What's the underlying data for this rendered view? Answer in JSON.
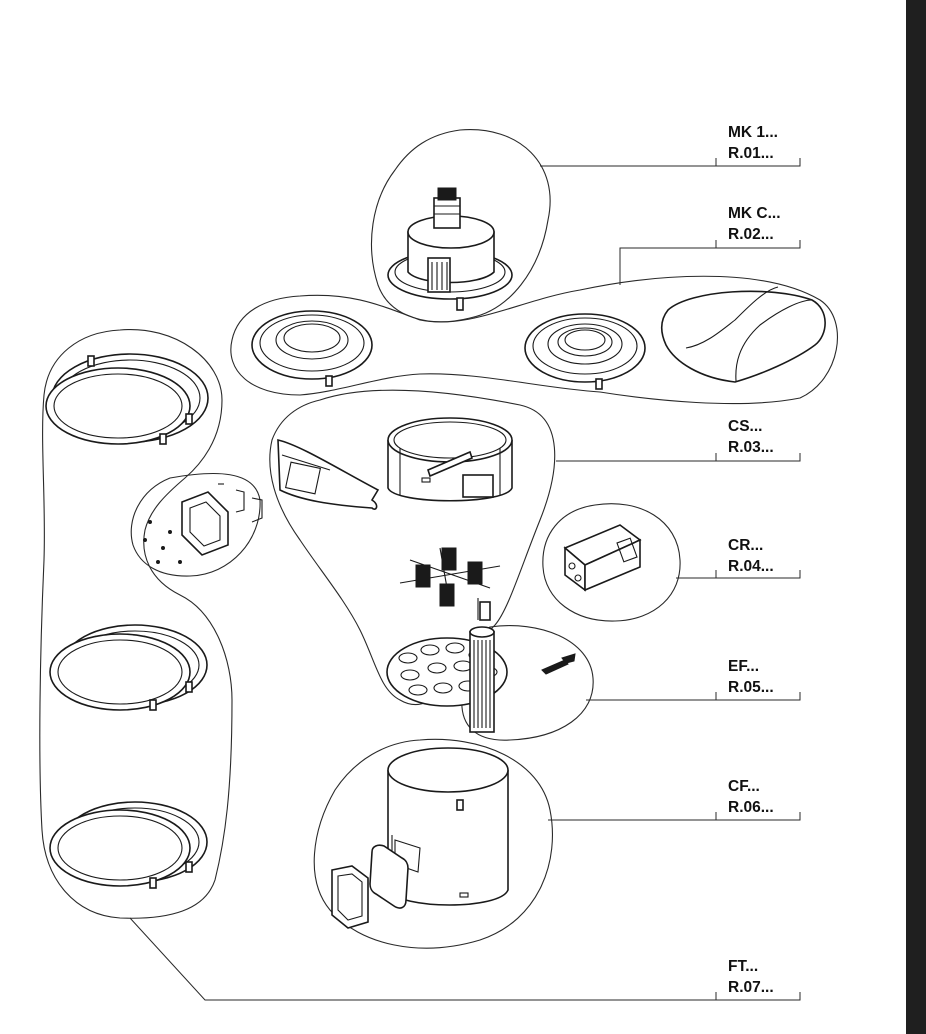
{
  "title": "Exploded assembly drawing",
  "colors": {
    "line": "#1a1a1a",
    "background": "#ffffff",
    "scrollbar": "#1f1f1f"
  },
  "groups": [
    {
      "code": "MK 1...",
      "ref": "R.01..."
    },
    {
      "code": "MK C...",
      "ref": "R.02..."
    },
    {
      "code": "CS...",
      "ref": "R.03..."
    },
    {
      "code": "CR...",
      "ref": "R.04..."
    },
    {
      "code": "EF...",
      "ref": "R.05..."
    },
    {
      "code": "CF...",
      "ref": "R.06..."
    },
    {
      "code": "FT...",
      "ref": "R.07..."
    }
  ]
}
